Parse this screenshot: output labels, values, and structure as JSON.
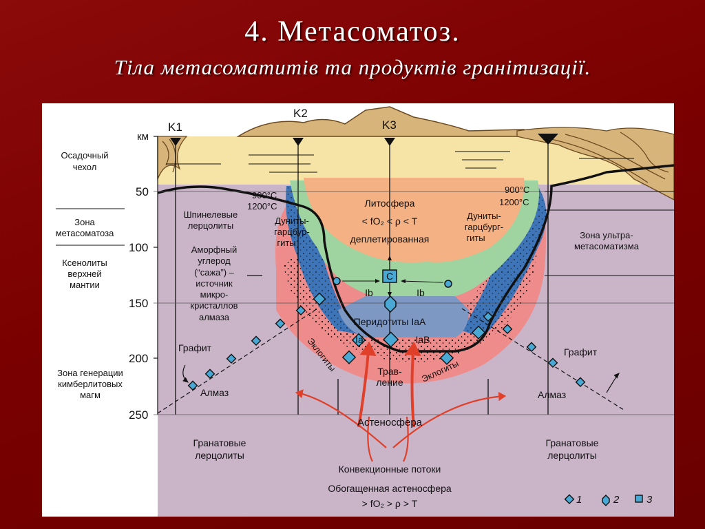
{
  "slide": {
    "title": "4. Метасоматоз.",
    "subtitle": "Тіла метасоматитів та продуктів гранітизації."
  },
  "colors": {
    "background": "#7a0000",
    "mantle": "#c9b4c8",
    "sediment": "#f5e4a6",
    "lithosphere": "#f4b184",
    "dunite_zone": "#9fd3a0",
    "metasomatism_zone": "#3e74b8",
    "eclogite_zone": "#ee8c8c",
    "arrows": "#e0402a"
  },
  "diagram": {
    "depth_unit": "км",
    "depth_ticks": [
      "50",
      "100",
      "150",
      "200",
      "250"
    ],
    "wells": [
      "K1",
      "K2",
      "K3"
    ],
    "left_labels": {
      "sediment_cover": [
        "Осадочный",
        "чехол"
      ],
      "metasomatism_zone": [
        "Зона",
        "метасоматоза"
      ],
      "xenoliths": [
        "Ксенолиты",
        "верхней",
        "мантии"
      ],
      "kimberlite_zone": [
        "Зона генерации",
        "кимберлитовых",
        "магм"
      ]
    },
    "temperatures": {
      "left": [
        "900°C",
        "1200°C"
      ],
      "right": [
        "900°C",
        "1200°C"
      ]
    },
    "lithosphere": [
      "Литосфера",
      "< fO₂ < ρ < T",
      "деплетированная"
    ],
    "dunites_left": [
      "Дуниты-",
      "гарцбур-",
      "гиты"
    ],
    "dunites_right": [
      "Дуниты-",
      "гарцбург-",
      "гиты"
    ],
    "spinel": [
      "Шпинелевые",
      "лерцолиты"
    ],
    "amorphous": [
      "Аморфный",
      "углерод",
      "(“сажа”) –",
      "источник",
      "микро-",
      "кристаллов",
      "алмаза"
    ],
    "ultra_zone": [
      "Зона ультра-",
      "метасоматизма"
    ],
    "graphite_left": "Графит",
    "graphite_right": "Графит",
    "diamond_left": "Алмаз",
    "diamond_right": "Алмаз",
    "peridotites": "Перидотиты IaA",
    "zone_ib_left": "Ib",
    "zone_ib_right": "Ib",
    "zone_ia": "Ia",
    "zone_iab": "IaB",
    "zone_c": "C",
    "eclogites_left": "Эклогиты",
    "eclogites_right": "Эклогиты",
    "etching": [
      "Трав-",
      "ление"
    ],
    "asthenosphere": "Астеносфера",
    "garnet_left": [
      "Гранатовые",
      "лерцолиты"
    ],
    "garnet_right": [
      "Гранатовые",
      "лерцолиты"
    ],
    "convection": "Конвекционные потоки",
    "enriched": [
      "Обогащенная астеносфера",
      "> fO₂ > ρ > T"
    ],
    "legend": [
      "1",
      "2",
      "3"
    ]
  }
}
